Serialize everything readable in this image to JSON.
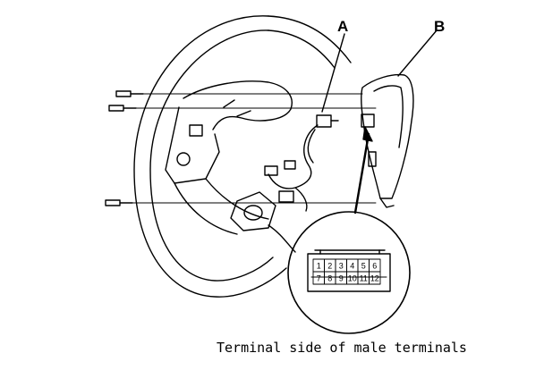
{
  "callouts": {
    "a": "A",
    "b": "B"
  },
  "connector": {
    "top_row": [
      "1",
      "2",
      "3",
      "4",
      "5",
      "6"
    ],
    "bottom_row": [
      "7",
      "8",
      "9",
      "10",
      "11",
      "12"
    ]
  },
  "caption": "Terminal side of male terminals"
}
